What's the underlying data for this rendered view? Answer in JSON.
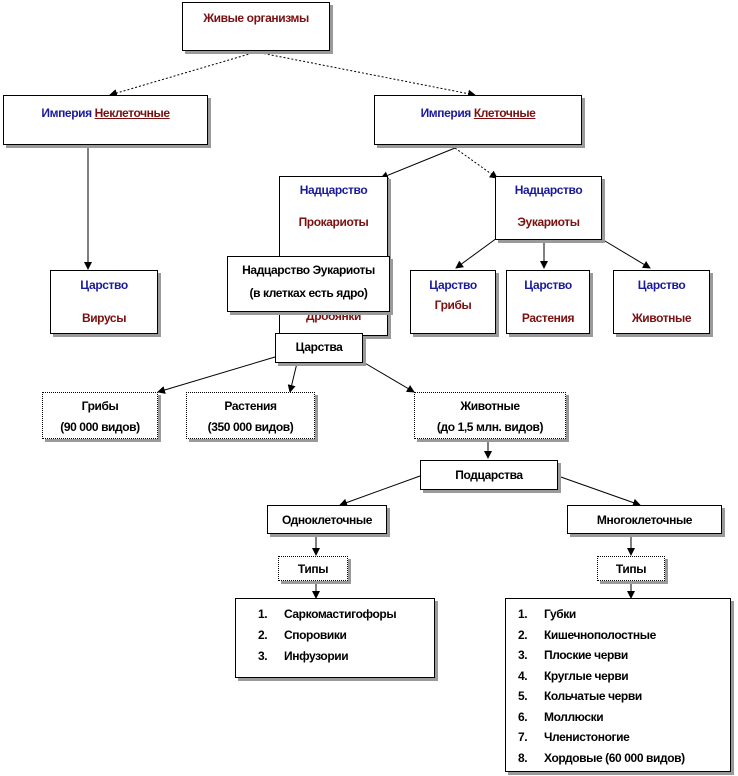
{
  "root": {
    "label": "Живые организмы"
  },
  "empire_noncell": {
    "prefix": "Империя",
    "name": "Неклеточные"
  },
  "empire_cell": {
    "prefix": "Империя",
    "name": "Клеточные"
  },
  "superkingdom_prok": {
    "line1": "Надцарство",
    "line2": "Прокариоты"
  },
  "superkingdom_euk": {
    "line1": "Надцарство",
    "line2": "Эукариоты"
  },
  "kingdom_virus": {
    "line1": "Царство",
    "line2": "Вирусы"
  },
  "kingdom_fungi": {
    "line1": "Царство",
    "line2": "Грибы"
  },
  "kingdom_plants": {
    "line1": "Царство",
    "line2": "Растения"
  },
  "kingdom_animals": {
    "line1": "Царство",
    "line2": "Животные"
  },
  "overlay": {
    "line1": "Надцарство Эукариоты",
    "line2": "(в клетках есть ядро)",
    "hidden_text": "Дробянки"
  },
  "kingdoms_label": "Царства",
  "fungi": {
    "name": "Грибы",
    "count": "(90 000 видов)"
  },
  "plants": {
    "name": "Растения",
    "count": "(350 000 видов)"
  },
  "animals": {
    "name": "Животные",
    "count": "(до 1,5 млн. видов)"
  },
  "subkingdoms_label": "Подцарства",
  "unicellular": "Одноклеточные",
  "multicellular": "Многоклеточные",
  "types_label_left": "Типы",
  "types_label_right": "Типы",
  "unicellular_types": [
    {
      "n": "1.",
      "name": "Саркомастигофоры"
    },
    {
      "n": "2.",
      "name": "Споровики"
    },
    {
      "n": "3.",
      "name": "Инфузории"
    }
  ],
  "multicellular_types": [
    {
      "n": "1.",
      "name": "Губки"
    },
    {
      "n": "2.",
      "name": "Кишечнополостные"
    },
    {
      "n": "3.",
      "name": "Плоские черви"
    },
    {
      "n": "4.",
      "name": "Круглые черви"
    },
    {
      "n": "5.",
      "name": "Кольчатые черви"
    },
    {
      "n": "6.",
      "name": "Моллюски"
    },
    {
      "n": "7.",
      "name": "Членистоногие"
    },
    {
      "n": "8.",
      "name": "Хордовые (60 000 видов)"
    }
  ]
}
